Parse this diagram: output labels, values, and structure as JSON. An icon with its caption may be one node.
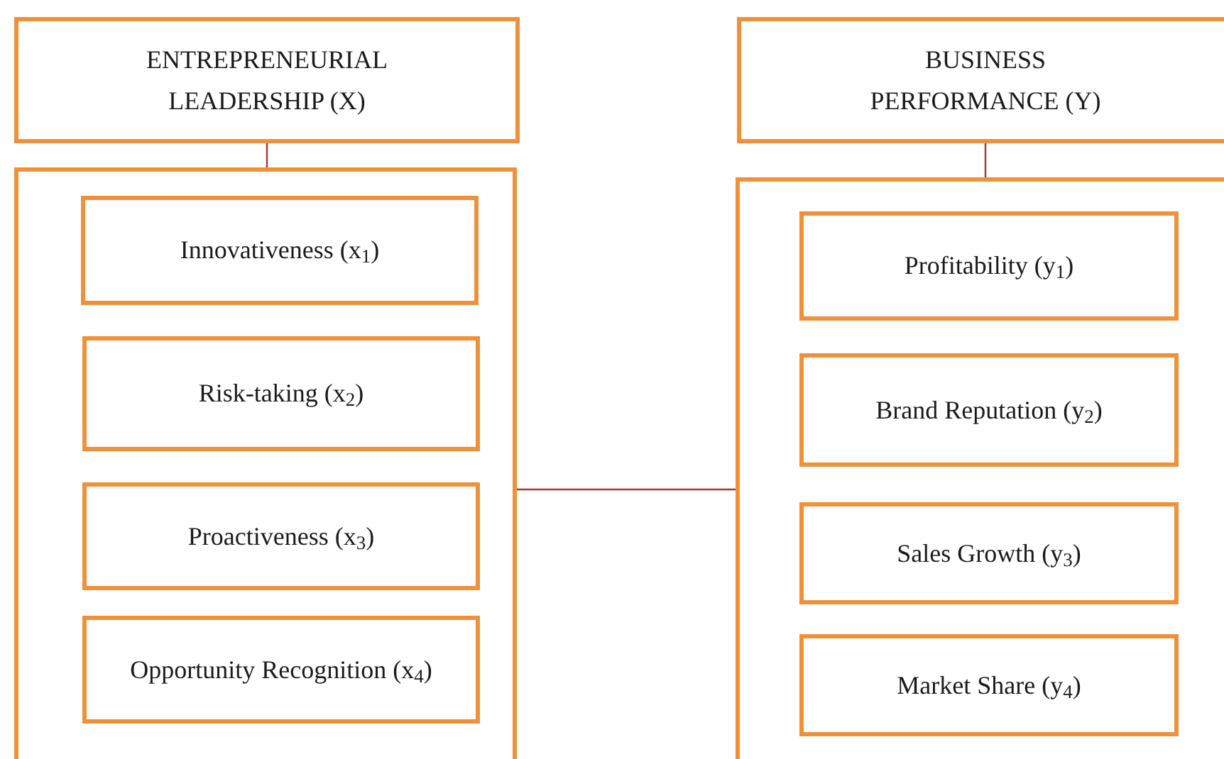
{
  "diagram": {
    "nodes": [
      {
        "text": [
          "ENTREPRENEURIAL LEADERSHIP (X)"
        ]
      },
      {
        "text": [],
        "shape": "box"
      },
      {
        "text": [
          "Innovativeness (x$_{1}$)"
        ],
        "in": 1
      },
      {
        "text": [
          "Risk-taking (x$_{2}$)"
        ],
        "in": 1
      },
      {
        "text": [
          "Proactiveness (x$_{3}$)"
        ],
        "in": 1
      },
      {
        "text": [
          "Opportunity Recognition (x$_{4}$)"
        ],
        "in": 1
      },
      {
        "text": [
          "BUSINESS PERFORMANCE (Y)"
        ]
      },
      {
        "text": [],
        "shape": "box"
      },
      {
        "text": [
          "Profitability (y$_{1}$)"
        ],
        "in": 7
      },
      {
        "text": [
          "Brand Reputation (y$_{2}$)"
        ],
        "in": 7
      },
      {
        "text": [
          "Sales Growth (y$_{3}$)"
        ],
        "in": 7
      },
      {
        "text": [
          "Market Share (y$_{4}$)"
        ],
        "in": 7
      }
    ],
    "edges": [
      {
        "from": 0,
        "to": 1,
        "arrow": "none"
      },
      {
        "from": 6,
        "to": 7,
        "arrow": "none"
      },
      {
        "from": 1,
        "to": 7,
        "arrow": "none"
      }
    ]
  }
}
